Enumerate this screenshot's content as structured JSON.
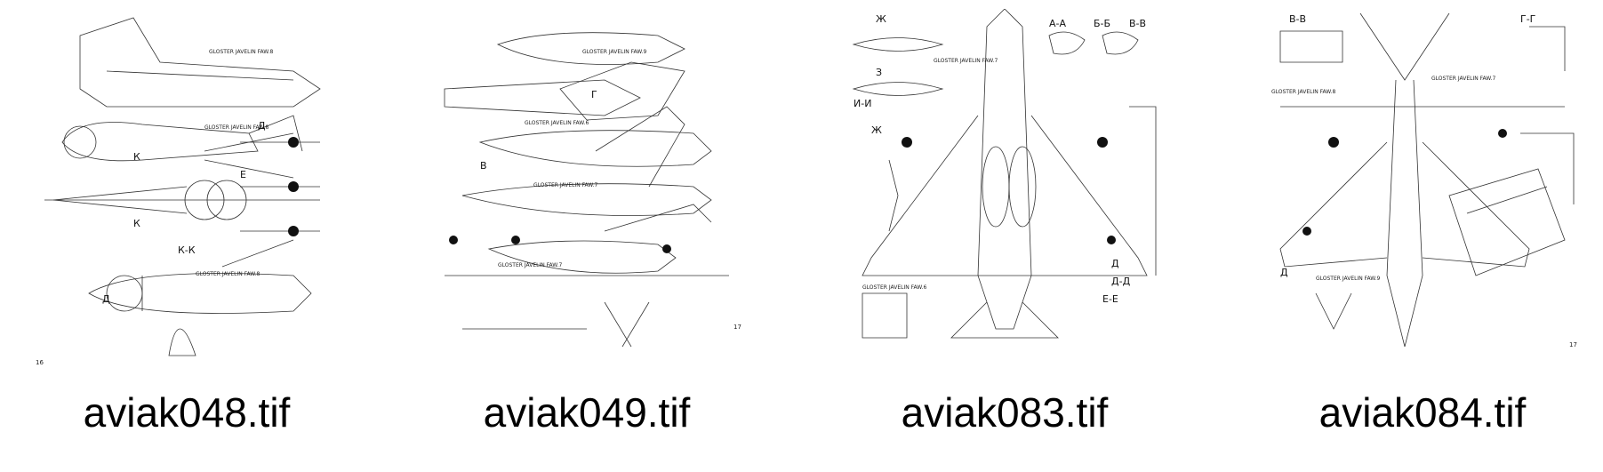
{
  "files": [
    {
      "name": "aviak048.tif",
      "page_number": "16",
      "labels": [
        "GLOSTER JAVELIN FAW.8",
        "GLOSTER JAVELIN FAW.8",
        "GLOSTER JAVELIN FAW.8",
        "К",
        "К",
        "К-К",
        "Д",
        "Д",
        "Е"
      ]
    },
    {
      "name": "aviak049.tif",
      "page_number": "17",
      "labels": [
        "GLOSTER JAVELIN FAW.9",
        "GLOSTER JAVELIN FAW.6",
        "GLOSTER JAVELIN FAW.7",
        "GLOSTER JAVELIN FAW.7",
        "Г",
        "В"
      ]
    },
    {
      "name": "aviak083.tif",
      "page_number": "",
      "labels": [
        "Ж",
        "З",
        "А-А",
        "Б-Б",
        "В-В",
        "И-И",
        "Ж",
        "GLOSTER JAVELIN FAW.6",
        "GLOSTER JAVELIN FAW.7",
        "Е-Е",
        "Д",
        "Д-Д"
      ]
    },
    {
      "name": "aviak084.tif",
      "page_number": "17",
      "labels": [
        "В-В",
        "Г-Г",
        "GLOSTER JAVELIN FAW.7",
        "GLOSTER JAVELIN FAW.8",
        "Д",
        "GLOSTER JAVELIN FAW.9"
      ]
    }
  ]
}
